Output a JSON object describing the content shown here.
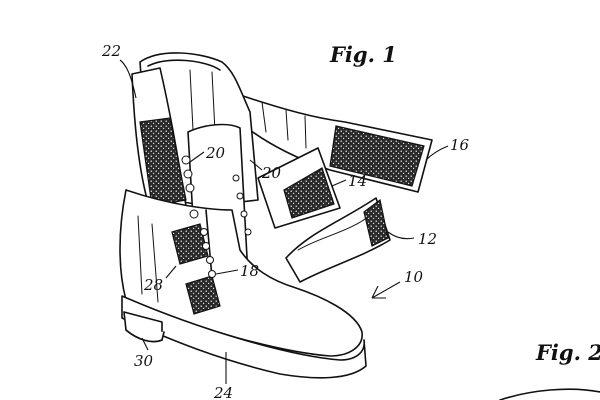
{
  "figure": {
    "title": "Fig. 1",
    "partial_title": "Fig. 2"
  },
  "labels": {
    "r22": "22",
    "r20a": "20",
    "r20b": "20",
    "r16": "16",
    "r14": "14",
    "r12": "12",
    "r10": "10",
    "r18": "18",
    "r28": "28",
    "r30": "30",
    "r24": "24"
  },
  "colors": {
    "ink": "#111111",
    "paper": "#ffffff",
    "hook_and_loop_fill": "#2a2a2a"
  }
}
